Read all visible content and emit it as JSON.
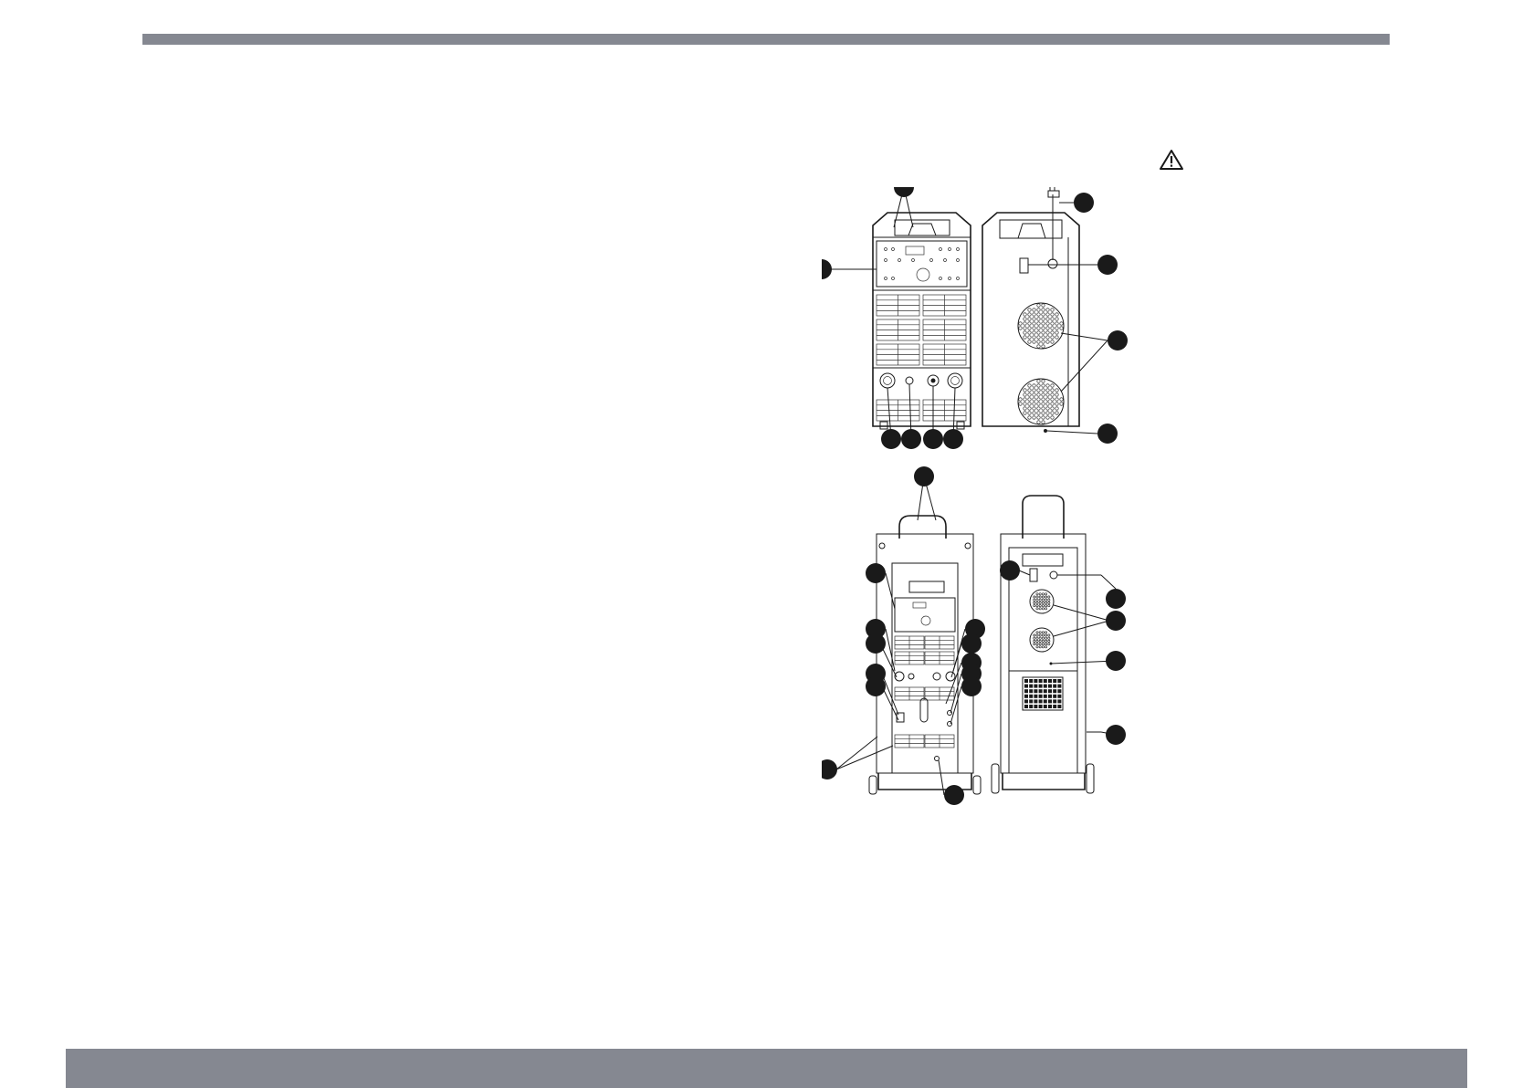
{
  "page": {
    "colors": {
      "bar": "#858891",
      "ink": "#1a1a1a",
      "background": "#ffffff"
    }
  },
  "icons": {
    "warning": "warning-triangle-icon"
  },
  "figure": {
    "views": [
      "front-view-standalone",
      "rear-view-standalone",
      "front-view-trolley",
      "rear-view-trolley"
    ],
    "callouts": {
      "front_standalone": 6,
      "rear_standalone": 4,
      "front_trolley": 13,
      "rear_trolley": 5
    }
  }
}
